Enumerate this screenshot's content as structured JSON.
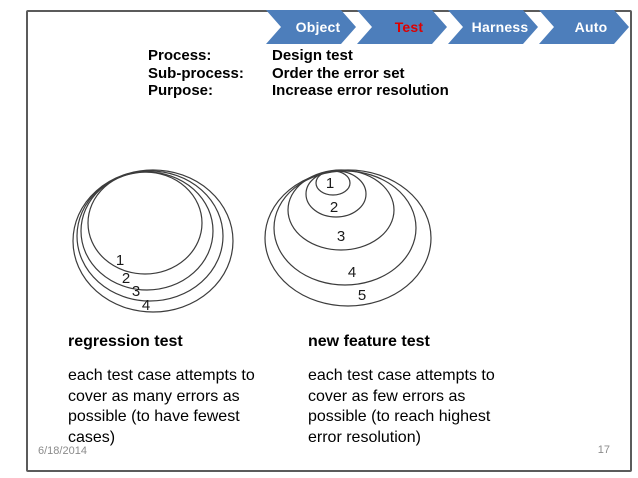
{
  "banner": {
    "chevron_color": "#4D7EBB",
    "items": [
      {
        "label": "Object",
        "color": "#FFFFFF"
      },
      {
        "label": "Test",
        "color": "#DD0000"
      },
      {
        "label": "Harness",
        "color": "#FFFFFF"
      },
      {
        "label": "Auto",
        "color": "#FFFFFF"
      }
    ]
  },
  "header": {
    "rows": [
      {
        "label": "Process:",
        "value": "Design test"
      },
      {
        "label": "Sub-process:",
        "value": "Order the error set"
      },
      {
        "label": "Purpose:",
        "value": "Increase error resolution"
      }
    ]
  },
  "diagrams": {
    "left": {
      "name": "regression test error coverage",
      "labels": [
        "1",
        "2",
        "3",
        "4"
      ]
    },
    "right": {
      "name": "new feature test error coverage",
      "labels": [
        "1",
        "2",
        "3",
        "4",
        "5"
      ]
    }
  },
  "columns": [
    {
      "title": "regression test",
      "lines": [
        "each test case attempts to",
        "cover as many errors as",
        "possible (to have fewest",
        "cases)"
      ]
    },
    {
      "title": "new feature test",
      "lines": [
        "each test case attempts to",
        "cover as few errors as",
        "possible (to reach highest",
        "error resolution)"
      ]
    }
  ],
  "footer": {
    "date": "6/18/2014",
    "page": "17"
  }
}
